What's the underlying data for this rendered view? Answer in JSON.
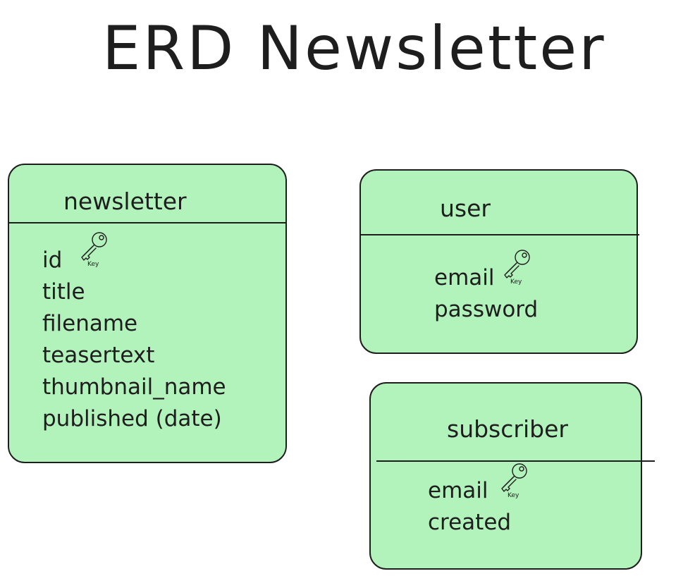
{
  "title": "ERD Newsletter",
  "fill_color": "#b2f2bb",
  "stroke_color": "#1e1e1e",
  "entities": {
    "newsletter": {
      "name": "newsletter",
      "fields": [
        "id",
        "title",
        "filename",
        "teasertext",
        "thumbnail_name",
        "published (date)"
      ],
      "key_field": "id",
      "key_icon": "key-icon",
      "key_label": "Key"
    },
    "user": {
      "name": "user",
      "fields": [
        "email",
        "password"
      ],
      "key_field": "email",
      "key_icon": "key-icon",
      "key_label": "Key"
    },
    "subscriber": {
      "name": "subscriber",
      "fields": [
        "email",
        "created"
      ],
      "key_field": "email",
      "key_icon": "key-icon",
      "key_label": "Key"
    }
  }
}
